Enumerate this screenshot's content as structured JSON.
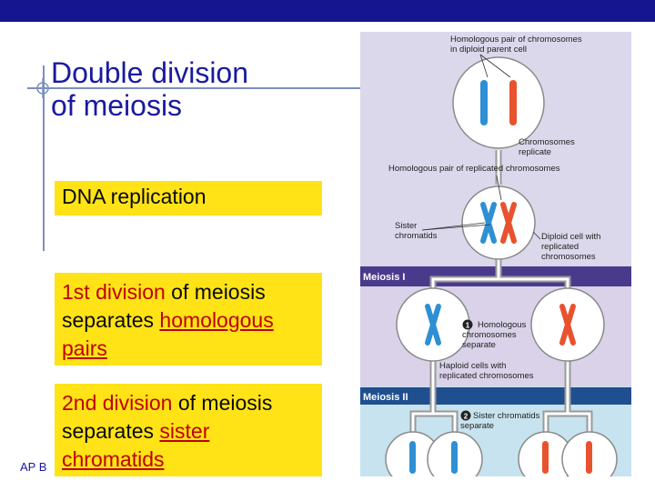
{
  "slide": {
    "title_line1": "Double division",
    "title_line2": "of meiosis",
    "box1": "DNA replication",
    "box2": {
      "part1": "1st division",
      "part2": " of meiosis separates ",
      "part3": "homologous pairs"
    },
    "box3": {
      "part1": "2nd division",
      "part2": " of meiosis separates ",
      "part3": "sister chromatids"
    },
    "footer": "AP B"
  },
  "diagram": {
    "label_top": [
      "Homologous pair of chromosomes",
      "in diploid parent cell"
    ],
    "label_replicate": [
      "Chromosomes",
      "replicate"
    ],
    "label_homologous_replicated": "Homologous pair of replicated chromosomes",
    "label_sister": [
      "Sister",
      "chromatids"
    ],
    "label_diploid": [
      "Diploid cell with",
      "replicated",
      "chromosomes"
    ],
    "meiosis1_header": "Meiosis I",
    "step1": [
      "Homologous",
      "chromosomes",
      "separate"
    ],
    "label_haploid": [
      "Haploid cells with",
      "replicated chromosomes"
    ],
    "meiosis2_header": "Meiosis II",
    "step2": [
      "Sister chromatids",
      "separate"
    ],
    "step1_num": "1",
    "step2_num": "2"
  },
  "colors": {
    "title": "#1a1aa0",
    "highlight_box": "#ffe317",
    "emphasis_text": "#c00000",
    "chromosome_blue": "#2f8fd3",
    "chromosome_red": "#e8522e",
    "meiosis_header": "#4a3a8c",
    "top_panel": "#dcd8ec",
    "meiosis1_panel": "#d9d2e9",
    "meiosis2_panel": "#c7e3ef"
  }
}
